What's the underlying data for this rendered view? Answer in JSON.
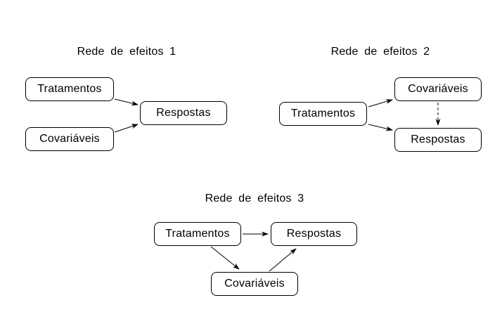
{
  "page": {
    "background": "#ffffff"
  },
  "colors": {
    "line": "#000000",
    "text": "#000000",
    "node_fill": "#ffffff",
    "node_border": "#000000"
  },
  "diagrams": [
    {
      "title": "Rede de efeitos 1",
      "nodes": [
        {
          "label": "Tratamentos",
          "position": "top-left"
        },
        {
          "label": "Covariáveis",
          "position": "bottom-left"
        },
        {
          "label": "Respostas",
          "position": "middle-right"
        }
      ],
      "edges": [
        {
          "from": "Tratamentos",
          "to": "Respostas",
          "style": "solid"
        },
        {
          "from": "Covariáveis",
          "to": "Respostas",
          "style": "solid"
        }
      ]
    },
    {
      "title": "Rede de efeitos 2",
      "nodes": [
        {
          "label": "Tratamentos",
          "position": "middle-left"
        },
        {
          "label": "Covariáveis",
          "position": "top-right"
        },
        {
          "label": "Respostas",
          "position": "bottom-right"
        }
      ],
      "edges": [
        {
          "from": "Tratamentos",
          "to": "Covariáveis",
          "style": "solid"
        },
        {
          "from": "Tratamentos",
          "to": "Respostas",
          "style": "solid"
        },
        {
          "from": "Covariáveis",
          "to": "Respostas",
          "style": "dashed"
        }
      ]
    },
    {
      "title": "Rede de efeitos 3",
      "nodes": [
        {
          "label": "Tratamentos",
          "position": "left"
        },
        {
          "label": "Respostas",
          "position": "right"
        },
        {
          "label": "Covariáveis",
          "position": "bottom-center"
        }
      ],
      "edges": [
        {
          "from": "Tratamentos",
          "to": "Respostas",
          "style": "solid"
        },
        {
          "from": "Tratamentos",
          "to": "Covariáveis",
          "style": "solid"
        },
        {
          "from": "Covariáveis",
          "to": "Respostas",
          "style": "solid"
        }
      ]
    }
  ]
}
